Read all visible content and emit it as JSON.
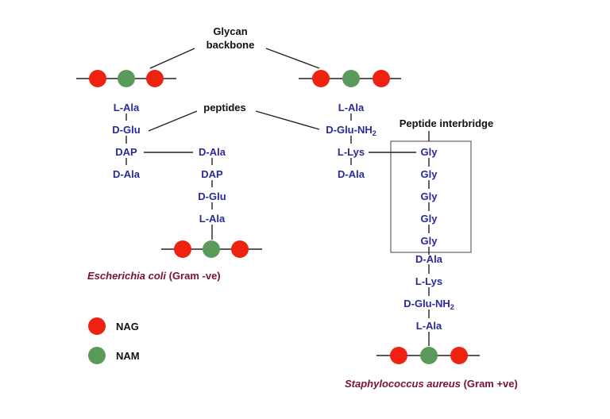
{
  "labels": {
    "glycan_line1": "Glycan",
    "glycan_line2": "backbone",
    "peptides": "peptides",
    "interbridge": "Peptide interbridge"
  },
  "ecoli": {
    "stem_a": [
      "L-Ala",
      "D-Glu",
      "DAP",
      "D-Ala"
    ],
    "stem_b": [
      "D-Ala",
      "DAP",
      "D-Glu",
      "L-Ala"
    ],
    "caption_species": "Escherichia coli",
    "caption_gram": " (Gram -ve)"
  },
  "saureus": {
    "stem_a": [
      "L-Ala",
      "D-Glu-NH",
      "L-Lys",
      "D-Ala"
    ],
    "nh_subscript": "2",
    "bridge": [
      "Gly",
      "Gly",
      "Gly",
      "Gly",
      "Gly"
    ],
    "stem_b": [
      "D-Ala",
      "L-Lys",
      "D-Glu-NH",
      "L-Ala"
    ],
    "caption_species": "Staphylococcus aureus",
    "caption_gram": " (Gram +ve)"
  },
  "legend": {
    "nag": "NAG",
    "nam": "NAM"
  },
  "colors": {
    "nag": "#ee2211",
    "nam": "#5a9a5a",
    "amino_acid_text": "#2a2a9a",
    "caption_text": "#7a1230"
  }
}
